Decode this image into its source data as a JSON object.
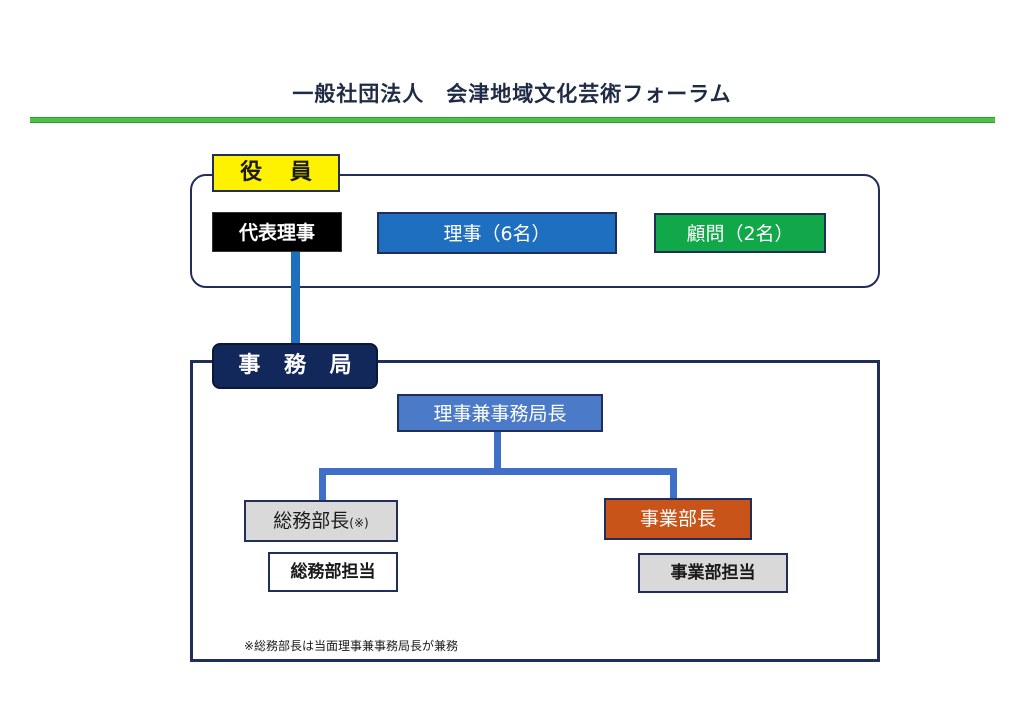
{
  "page": {
    "title": "一般社団法人　会津地域文化芸術フォーラム"
  },
  "officers": {
    "tag": "役 員",
    "representative": "代表理事",
    "directors": "理事（6名）",
    "advisors": "顧問（2名）"
  },
  "secretariat": {
    "tag": "事 務 局",
    "chief": "理事兼事務局長",
    "general_affairs_manager": "総務部長",
    "general_affairs_manager_mark": "(※)",
    "general_affairs_staff": "総務部担当",
    "business_manager": "事業部長",
    "business_staff": "事業部担当",
    "note": "※総務部長は当面理事兼事務局長が兼務"
  },
  "colors": {
    "header_rule": "#4cc24a",
    "officers_tag": "#fff200",
    "secretariat_tag": "#13285a",
    "representative": "#000000",
    "directors": "#1f6fc0",
    "advisors": "#11a84a",
    "chief": "#4a7ac8",
    "connector": "#3f6fc6",
    "general_affairs_manager": "#d9d9d9",
    "business_manager": "#c9541a",
    "business_staff": "#d9d9d9"
  }
}
